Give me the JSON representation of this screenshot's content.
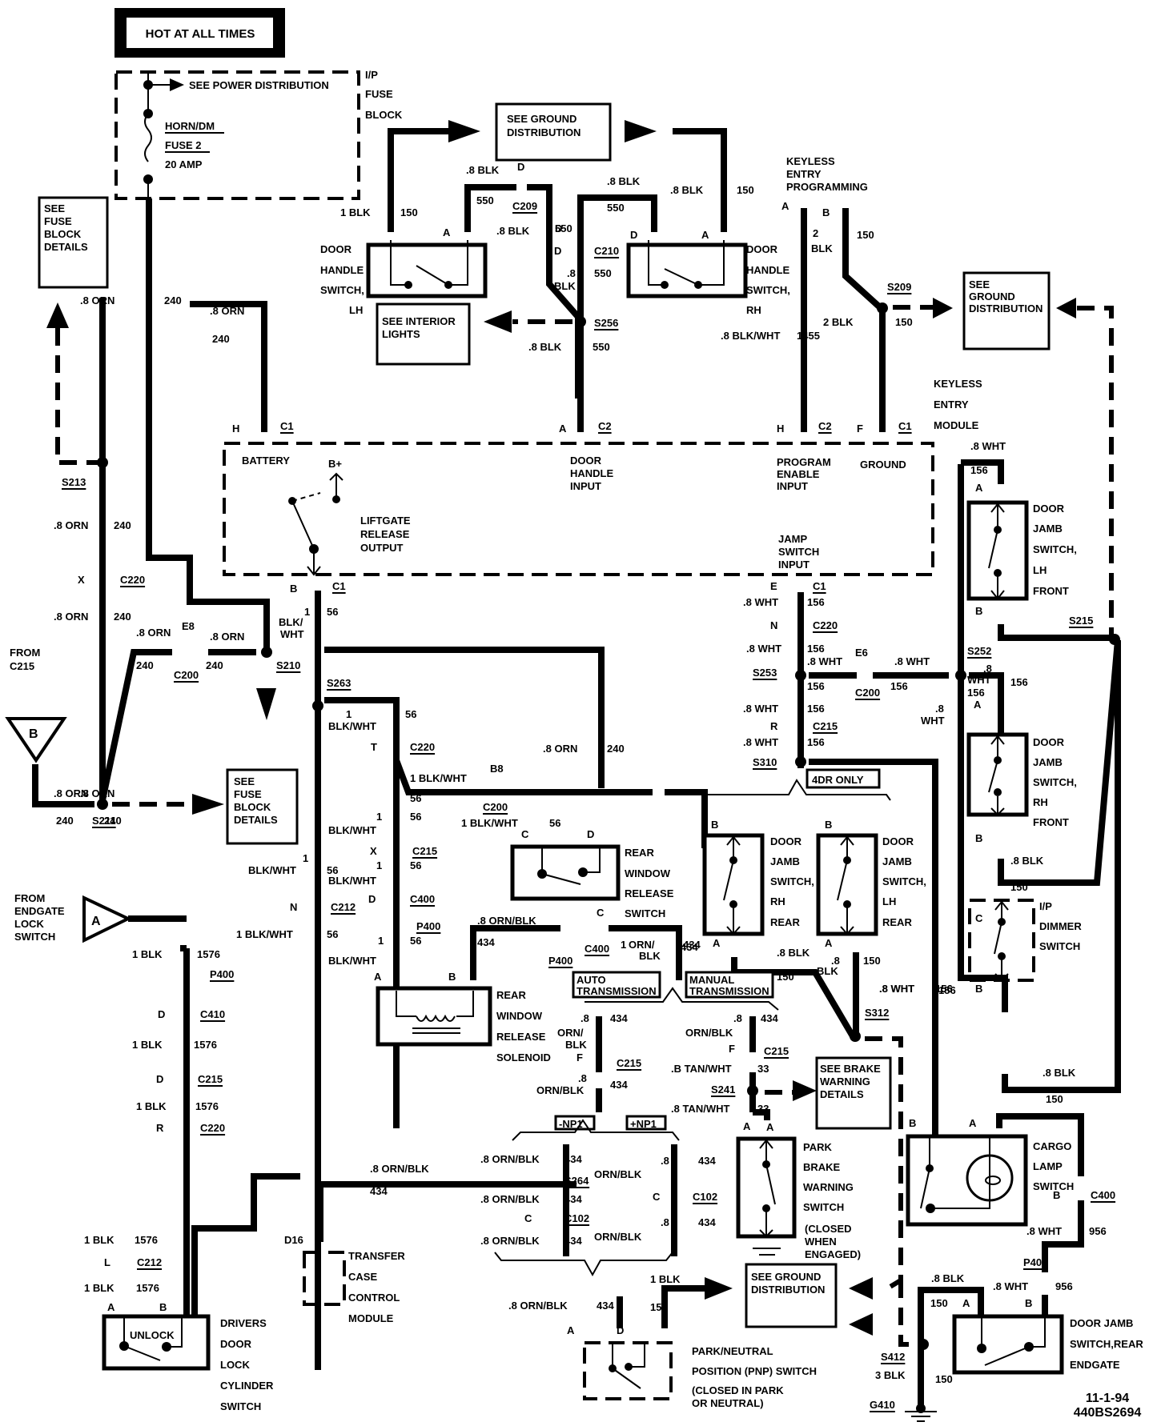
{
  "diagram": {
    "title": "HOT AT ALL TIMES",
    "footer": {
      "date": "11-1-94",
      "code": "440BS2694"
    },
    "fuse_block": {
      "name": [
        "I/P",
        "FUSE",
        "BLOCK"
      ],
      "fuse": [
        "HORN/DM",
        "FUSE 2",
        "20 AMP"
      ],
      "power_ref": "SEE POWER DISTRIBUTION"
    },
    "reference_boxes": {
      "ground_top": [
        "SEE GROUND",
        "DISTRIBUTION"
      ],
      "ground_right": [
        "SEE",
        "GROUND",
        "DISTRIBUTION"
      ],
      "ground_bottom": [
        "SEE GROUND",
        "DISTRIBUTION"
      ],
      "fuse_block_top": [
        "SEE",
        "FUSE",
        "BLOCK",
        "DETAILS"
      ],
      "fuse_block_mid": [
        "SEE",
        "FUSE",
        "BLOCK",
        "DETAILS"
      ],
      "interior_lights": [
        "SEE INTERIOR",
        "LIGHTS"
      ],
      "brake_warning": [
        "SEE BRAKE",
        "WARNING",
        "DETAILS"
      ]
    },
    "components": {
      "door_handle_lh": [
        "DOOR",
        "HANDLE",
        "SWITCH,",
        "LH"
      ],
      "door_handle_rh": [
        "DOOR",
        "HANDLE",
        "SWITCH,",
        "RH"
      ],
      "keyless_programming": [
        "KEYLESS",
        "ENTRY",
        "PROGRAMMING"
      ],
      "keyless_module": [
        "KEYLESS",
        "ENTRY",
        "MODULE"
      ],
      "module_pins": {
        "battery": "BATTERY",
        "bplus": "B+",
        "liftgate": [
          "LIFTGATE",
          "RELEASE",
          "OUTPUT"
        ],
        "door_handle_input": [
          "DOOR",
          "HANDLE",
          "INPUT"
        ],
        "program_enable": [
          "PROGRAM",
          "ENABLE",
          "INPUT"
        ],
        "ground": "GROUND",
        "jamb_switch_input": [
          "JAMP",
          "SWITCH",
          "INPUT"
        ]
      },
      "door_jamb_lh_front": [
        "DOOR",
        "JAMB",
        "SWITCH,",
        "LH",
        "FRONT"
      ],
      "door_jamb_rh_front": [
        "DOOR",
        "JAMB",
        "SWITCH,",
        "RH",
        "FRONT"
      ],
      "door_jamb_rh_rear": [
        "DOOR",
        "JAMB",
        "SWITCH,",
        "RH",
        "REAR"
      ],
      "door_jamb_lh_rear": [
        "DOOR",
        "JAMB",
        "SWITCH,",
        "LH",
        "REAR"
      ],
      "rear_window_switch": [
        "REAR",
        "WINDOW",
        "RELEASE",
        "SWITCH"
      ],
      "rear_window_solenoid": [
        "REAR",
        "WINDOW",
        "RELEASE",
        "SOLENOID"
      ],
      "ip_dimmer": [
        "I/P",
        "DIMMER",
        "SWITCH"
      ],
      "cargo_lamp": [
        "CARGO",
        "LAMP",
        "SWITCH"
      ],
      "park_brake": [
        "PARK",
        "BRAKE",
        "WARNING",
        "SWITCH",
        "(CLOSED",
        "WHEN",
        "ENGAGED)"
      ],
      "pnp_switch": [
        "PARK/NEUTRAL",
        "POSITION (PNP) SWITCH",
        "(CLOSED IN PARK",
        "OR NEUTRAL)"
      ],
      "transfer_case": [
        "TRANSFER",
        "CASE",
        "CONTROL",
        "MODULE"
      ],
      "drivers_lock": [
        "DRIVERS",
        "DOOR",
        "LOCK",
        "CYLINDER",
        "SWITCH"
      ],
      "drivers_lock_inner": "UNLOCK",
      "door_jamb_endgate": [
        "DOOR JAMB",
        "SWITCH,REAR",
        "ENDGATE"
      ]
    },
    "option_tags": {
      "four_door": "4DR ONLY",
      "auto": [
        "AUTO",
        "TRANSMISSION"
      ],
      "manual": [
        "MANUAL",
        "TRANSMISSION"
      ],
      "minus_np1": "-NP1",
      "plus_np1": "+NP1"
    },
    "offpage": {
      "b_label": "B",
      "b_from": [
        "FROM",
        "C215"
      ],
      "a_label": "A",
      "a_from": [
        "FROM",
        "ENDGATE",
        "LOCK",
        "SWITCH"
      ]
    },
    "labels": [
      {
        "id": "l1",
        "text": "1 BLK"
      },
      {
        "id": "l2",
        "text": "150"
      },
      {
        "id": "l3",
        "text": ".8 BLK"
      },
      {
        "id": "l4",
        "text": "D"
      },
      {
        "id": "l5",
        "text": "550"
      },
      {
        "id": "l6",
        "text": "C209"
      },
      {
        "id": "l7",
        "text": ".8 BLK"
      },
      {
        "id": "l8",
        "text": "D"
      },
      {
        "id": "l9",
        "text": "A"
      },
      {
        "id": "l10",
        "text": ".8 BLK"
      },
      {
        "id": "l11",
        "text": "550"
      },
      {
        "id": "l12",
        "text": "550"
      },
      {
        "id": "l13",
        "text": "D"
      },
      {
        "id": "l14",
        "text": "C210"
      },
      {
        "id": "l15",
        "text": ".8"
      },
      {
        "id": "l16",
        "text": "550"
      },
      {
        "id": "l17",
        "text": "BLK"
      },
      {
        "id": "l18",
        "text": ".8 BLK"
      },
      {
        "id": "l19",
        "text": "150"
      },
      {
        "id": "l20",
        "text": "D"
      },
      {
        "id": "l21",
        "text": "A"
      },
      {
        "id": "l22",
        "text": "S256"
      },
      {
        "id": "l23",
        "text": ".8 BLK"
      },
      {
        "id": "l24",
        "text": "550"
      },
      {
        "id": "l25",
        "text": "A"
      },
      {
        "id": "l26",
        "text": "B"
      },
      {
        "id": "l27",
        "text": "2"
      },
      {
        "id": "l28",
        "text": "BLK"
      },
      {
        "id": "l29",
        "text": "150"
      },
      {
        "id": "l30",
        "text": "S209"
      },
      {
        "id": "l31",
        "text": "2 BLK"
      },
      {
        "id": "l32",
        "text": "150"
      },
      {
        "id": "l33",
        "text": ".8 BLK/WHT"
      },
      {
        "id": "l34",
        "text": "1455"
      },
      {
        "id": "l35",
        "text": ".8 ORN"
      },
      {
        "id": "l36",
        "text": "240"
      },
      {
        "id": "l37",
        "text": ".8 ORN"
      },
      {
        "id": "l38",
        "text": "240"
      },
      {
        "id": "l39",
        "text": "H"
      },
      {
        "id": "l40",
        "text": "C1"
      },
      {
        "id": "l41",
        "text": "A"
      },
      {
        "id": "l42",
        "text": "C2"
      },
      {
        "id": "l43",
        "text": "H"
      },
      {
        "id": "l44",
        "text": "C2"
      },
      {
        "id": "l45",
        "text": "F"
      },
      {
        "id": "l46",
        "text": "C1"
      },
      {
        "id": "l47",
        "text": "S213"
      },
      {
        "id": "l48",
        "text": ".8 ORN"
      },
      {
        "id": "l49",
        "text": "240"
      },
      {
        "id": "l50",
        "text": "X"
      },
      {
        "id": "l51",
        "text": "C220"
      },
      {
        "id": "l52",
        "text": ".8 ORN"
      },
      {
        "id": "l53",
        "text": "240"
      },
      {
        "id": "l54",
        "text": ".8 ORN"
      },
      {
        "id": "l55",
        "text": "E8"
      },
      {
        "id": "l56",
        "text": ".8 ORN"
      },
      {
        "id": "l57",
        "text": "240"
      },
      {
        "id": "l58",
        "text": "C200"
      },
      {
        "id": "l59",
        "text": "240"
      },
      {
        "id": "l60",
        "text": "S210"
      },
      {
        "id": "l61",
        "text": "B"
      },
      {
        "id": "l62",
        "text": "C1"
      },
      {
        "id": "l63",
        "text": "1"
      },
      {
        "id": "l64",
        "text": "BLK/"
      },
      {
        "id": "l65",
        "text": "WHT"
      },
      {
        "id": "l66",
        "text": "56"
      },
      {
        "id": "l67",
        "text": "S263"
      },
      {
        "id": "l68",
        "text": ".8 ORN"
      },
      {
        "id": "l69",
        "text": "240"
      },
      {
        "id": "l70",
        "text": ".8 ORN"
      },
      {
        "id": "l71",
        "text": "240"
      },
      {
        "id": "l72",
        "text": "S211"
      },
      {
        "id": "l73",
        "text": "1"
      },
      {
        "id": "l74",
        "text": "BLK/WHT"
      },
      {
        "id": "l75",
        "text": "56"
      },
      {
        "id": "l76",
        "text": "T"
      },
      {
        "id": "l77",
        "text": "C220"
      },
      {
        "id": "l78",
        "text": "1 BLK/WHT"
      },
      {
        "id": "l79",
        "text": "B8"
      },
      {
        "id": "l80",
        "text": "56"
      },
      {
        "id": "l81",
        "text": "C200"
      },
      {
        "id": "l82",
        "text": "1 BLK/WHT"
      },
      {
        "id": "l83",
        "text": "56"
      },
      {
        "id": "l84",
        "text": "C"
      },
      {
        "id": "l85",
        "text": "D"
      },
      {
        "id": "l86",
        "text": ".8 ORN"
      },
      {
        "id": "l87",
        "text": "240"
      },
      {
        "id": "l88",
        "text": "1"
      },
      {
        "id": "l89",
        "text": "56"
      },
      {
        "id": "l90",
        "text": "BLK/WHT"
      },
      {
        "id": "l91",
        "text": "X"
      },
      {
        "id": "l92",
        "text": "C215"
      },
      {
        "id": "l93",
        "text": "1"
      },
      {
        "id": "l94",
        "text": "56"
      },
      {
        "id": "l95",
        "text": "BLK/WHT"
      },
      {
        "id": "l96",
        "text": "D"
      },
      {
        "id": "l97",
        "text": "C400"
      },
      {
        "id": "l98",
        "text": "P400"
      },
      {
        "id": "l99",
        "text": "1"
      },
      {
        "id": "l100",
        "text": "56"
      },
      {
        "id": "l101",
        "text": "BLK/WHT"
      },
      {
        "id": "l102",
        "text": "A"
      },
      {
        "id": "l103",
        "text": "B"
      },
      {
        "id": "l104",
        "text": "1"
      },
      {
        "id": "l105",
        "text": "BLK/WHT"
      },
      {
        "id": "l106",
        "text": "56"
      },
      {
        "id": "l107",
        "text": "N"
      },
      {
        "id": "l108",
        "text": "C212"
      },
      {
        "id": "l109",
        "text": "1 BLK/WHT"
      },
      {
        "id": "l110",
        "text": "56"
      },
      {
        "id": "l111",
        "text": ".8 ORN/BLK"
      },
      {
        "id": "l112",
        "text": "434"
      },
      {
        "id": "l113",
        "text": "P400"
      },
      {
        "id": "l114",
        "text": "C"
      },
      {
        "id": "l115",
        "text": "C400"
      },
      {
        "id": "l116",
        "text": "1"
      },
      {
        "id": "l117",
        "text": "ORN/"
      },
      {
        "id": "l118",
        "text": "BLK"
      },
      {
        "id": "l119",
        "text": "434"
      },
      {
        "id": "l120",
        "text": "1 BLK"
      },
      {
        "id": "l121",
        "text": "1576"
      },
      {
        "id": "l122",
        "text": "P400"
      },
      {
        "id": "l123",
        "text": "D"
      },
      {
        "id": "l124",
        "text": "C410"
      },
      {
        "id": "l125",
        "text": "1 BLK"
      },
      {
        "id": "l126",
        "text": "1576"
      },
      {
        "id": "l127",
        "text": "D"
      },
      {
        "id": "l128",
        "text": "C215"
      },
      {
        "id": "l129",
        "text": "1 BLK"
      },
      {
        "id": "l130",
        "text": "1576"
      },
      {
        "id": "l131",
        "text": "R"
      },
      {
        "id": "l132",
        "text": "C220"
      },
      {
        "id": "l133",
        "text": "1 BLK"
      },
      {
        "id": "l134",
        "text": "1576"
      },
      {
        "id": "l135",
        "text": "L"
      },
      {
        "id": "l136",
        "text": "C212"
      },
      {
        "id": "l137",
        "text": "1 BLK"
      },
      {
        "id": "l138",
        "text": "1576"
      },
      {
        "id": "l139",
        "text": "A"
      },
      {
        "id": "l140",
        "text": "B"
      },
      {
        "id": "l141",
        "text": ".8"
      },
      {
        "id": "l142",
        "text": "434"
      },
      {
        "id": "l143",
        "text": "ORN/"
      },
      {
        "id": "l144",
        "text": "BLK"
      },
      {
        "id": "l145",
        "text": "F"
      },
      {
        "id": "l146",
        "text": "C215"
      },
      {
        "id": "l147",
        "text": "434"
      },
      {
        "id": "l148",
        "text": ".8"
      },
      {
        "id": "l149",
        "text": "ORN/BLK"
      },
      {
        "id": "l150",
        "text": ".8"
      },
      {
        "id": "l151",
        "text": "434"
      },
      {
        "id": "l152",
        "text": "ORN/BLK"
      },
      {
        "id": "l153",
        "text": "F"
      },
      {
        "id": "l154",
        "text": "C215"
      },
      {
        "id": "l155",
        "text": ".B TAN/WHT"
      },
      {
        "id": "l156",
        "text": "33"
      },
      {
        "id": "l157",
        "text": "S241"
      },
      {
        "id": "l158",
        "text": ".8 TAN/WHT"
      },
      {
        "id": "l159",
        "text": "33"
      },
      {
        "id": "l160",
        "text": "A"
      },
      {
        "id": "l161",
        "text": ".8 ORN/BLK"
      },
      {
        "id": "l162",
        "text": "434"
      },
      {
        "id": "l163",
        "text": "D16"
      },
      {
        "id": "l164",
        "text": ".8 ORN/BLK"
      },
      {
        "id": "l165",
        "text": "434"
      },
      {
        "id": "l166",
        "text": "S264"
      },
      {
        "id": "l167",
        "text": ".8 ORN/BLK"
      },
      {
        "id": "l168",
        "text": "434"
      },
      {
        "id": "l169",
        "text": "C"
      },
      {
        "id": "l170",
        "text": "C102"
      },
      {
        "id": "l171",
        "text": ".8 ORN/BLK"
      },
      {
        "id": "l172",
        "text": "434"
      },
      {
        "id": "l173",
        "text": ".8"
      },
      {
        "id": "l174",
        "text": "434"
      },
      {
        "id": "l175",
        "text": "ORN/BLK"
      },
      {
        "id": "l176",
        "text": "C"
      },
      {
        "id": "l177",
        "text": "C102"
      },
      {
        "id": "l178",
        "text": ".8"
      },
      {
        "id": "l179",
        "text": "434"
      },
      {
        "id": "l180",
        "text": "ORN/BLK"
      },
      {
        "id": "l181",
        "text": ".8 ORN/BLK"
      },
      {
        "id": "l182",
        "text": "434"
      },
      {
        "id": "l183",
        "text": "1 BLK"
      },
      {
        "id": "l184",
        "text": "150"
      },
      {
        "id": "l185",
        "text": "A"
      },
      {
        "id": "l186",
        "text": "D"
      },
      {
        "id": "l187",
        "text": "E"
      },
      {
        "id": "l188",
        "text": "C1"
      },
      {
        "id": "l189",
        "text": ".8 WHT"
      },
      {
        "id": "l190",
        "text": "156"
      },
      {
        "id": "l191",
        "text": "N"
      },
      {
        "id": "l192",
        "text": "C220"
      },
      {
        "id": "l193",
        "text": ".8 WHT"
      },
      {
        "id": "l194",
        "text": "156"
      },
      {
        "id": "l195",
        "text": ".8 WHT"
      },
      {
        "id": "l196",
        "text": "E6"
      },
      {
        "id": "l197",
        "text": ".8 WHT"
      },
      {
        "id": "l198",
        "text": "S253"
      },
      {
        "id": "l199",
        "text": "156"
      },
      {
        "id": "l200",
        "text": "C200"
      },
      {
        "id": "l201",
        "text": "156"
      },
      {
        "id": "l202",
        "text": ".8 WHT"
      },
      {
        "id": "l203",
        "text": "156"
      },
      {
        "id": "l204",
        "text": "R"
      },
      {
        "id": "l205",
        "text": "C215"
      },
      {
        "id": "l206",
        "text": ".8 WHT"
      },
      {
        "id": "l207",
        "text": "156"
      },
      {
        "id": "l208",
        "text": "S310"
      },
      {
        "id": "l209",
        "text": "B"
      },
      {
        "id": "l210",
        "text": "B"
      },
      {
        "id": "l211",
        "text": "434"
      },
      {
        "id": "l212",
        "text": "A"
      },
      {
        "id": "l213",
        "text": "A"
      },
      {
        "id": "l214",
        "text": ".8 BLK"
      },
      {
        "id": "l215",
        "text": "150"
      },
      {
        "id": "l216",
        "text": ".8"
      },
      {
        "id": "l217",
        "text": "BLK"
      },
      {
        "id": "l218",
        "text": "150"
      },
      {
        "id": "l219",
        "text": ".8 WHT"
      },
      {
        "id": "l220",
        "text": "156"
      },
      {
        "id": "l221",
        "text": "S312"
      },
      {
        "id": "l222",
        "text": ".8 WHT"
      },
      {
        "id": "l223",
        "text": "156"
      },
      {
        "id": "l224",
        "text": "A"
      },
      {
        "id": "l225",
        "text": "B"
      },
      {
        "id": "l226",
        "text": "S215"
      },
      {
        "id": "l227",
        "text": "S252"
      },
      {
        "id": "l228",
        "text": ".8"
      },
      {
        "id": "l229",
        "text": "WHT"
      },
      {
        "id": "l230",
        "text": "156"
      },
      {
        "id": "l231",
        "text": "156"
      },
      {
        "id": "l232",
        "text": "A"
      },
      {
        "id": "l233",
        "text": ".8"
      },
      {
        "id": "l234",
        "text": "WHT"
      },
      {
        "id": "l235",
        "text": "B"
      },
      {
        "id": "l236",
        "text": ".8 BLK"
      },
      {
        "id": "l237",
        "text": "150"
      },
      {
        "id": "l238",
        "text": "C"
      },
      {
        "id": "l239",
        "text": "156"
      },
      {
        "id": "l240",
        "text": "B"
      },
      {
        "id": "l241",
        "text": ".8 BLK"
      },
      {
        "id": "l242",
        "text": "150"
      },
      {
        "id": "l243",
        "text": "B"
      },
      {
        "id": "l244",
        "text": "A"
      },
      {
        "id": "l245",
        "text": "B"
      },
      {
        "id": "l246",
        "text": "C400"
      },
      {
        "id": "l247",
        "text": ".8 WHT"
      },
      {
        "id": "l248",
        "text": "956"
      },
      {
        "id": "l249",
        "text": "P400"
      },
      {
        "id": "l250",
        "text": ".8 BLK"
      },
      {
        "id": "l251",
        "text": ".8 WHT"
      },
      {
        "id": "l252",
        "text": "956"
      },
      {
        "id": "l253",
        "text": "150"
      },
      {
        "id": "l254",
        "text": "A"
      },
      {
        "id": "l255",
        "text": "B"
      },
      {
        "id": "l256",
        "text": "S412"
      },
      {
        "id": "l257",
        "text": "3 BLK"
      },
      {
        "id": "l258",
        "text": "150"
      },
      {
        "id": "l259",
        "text": "G410"
      },
      {
        "id": "l260",
        "text": ".8 WHT"
      },
      {
        "id": "l261",
        "text": "156"
      },
      {
        "id": "l262",
        "text": "A"
      }
    ]
  }
}
